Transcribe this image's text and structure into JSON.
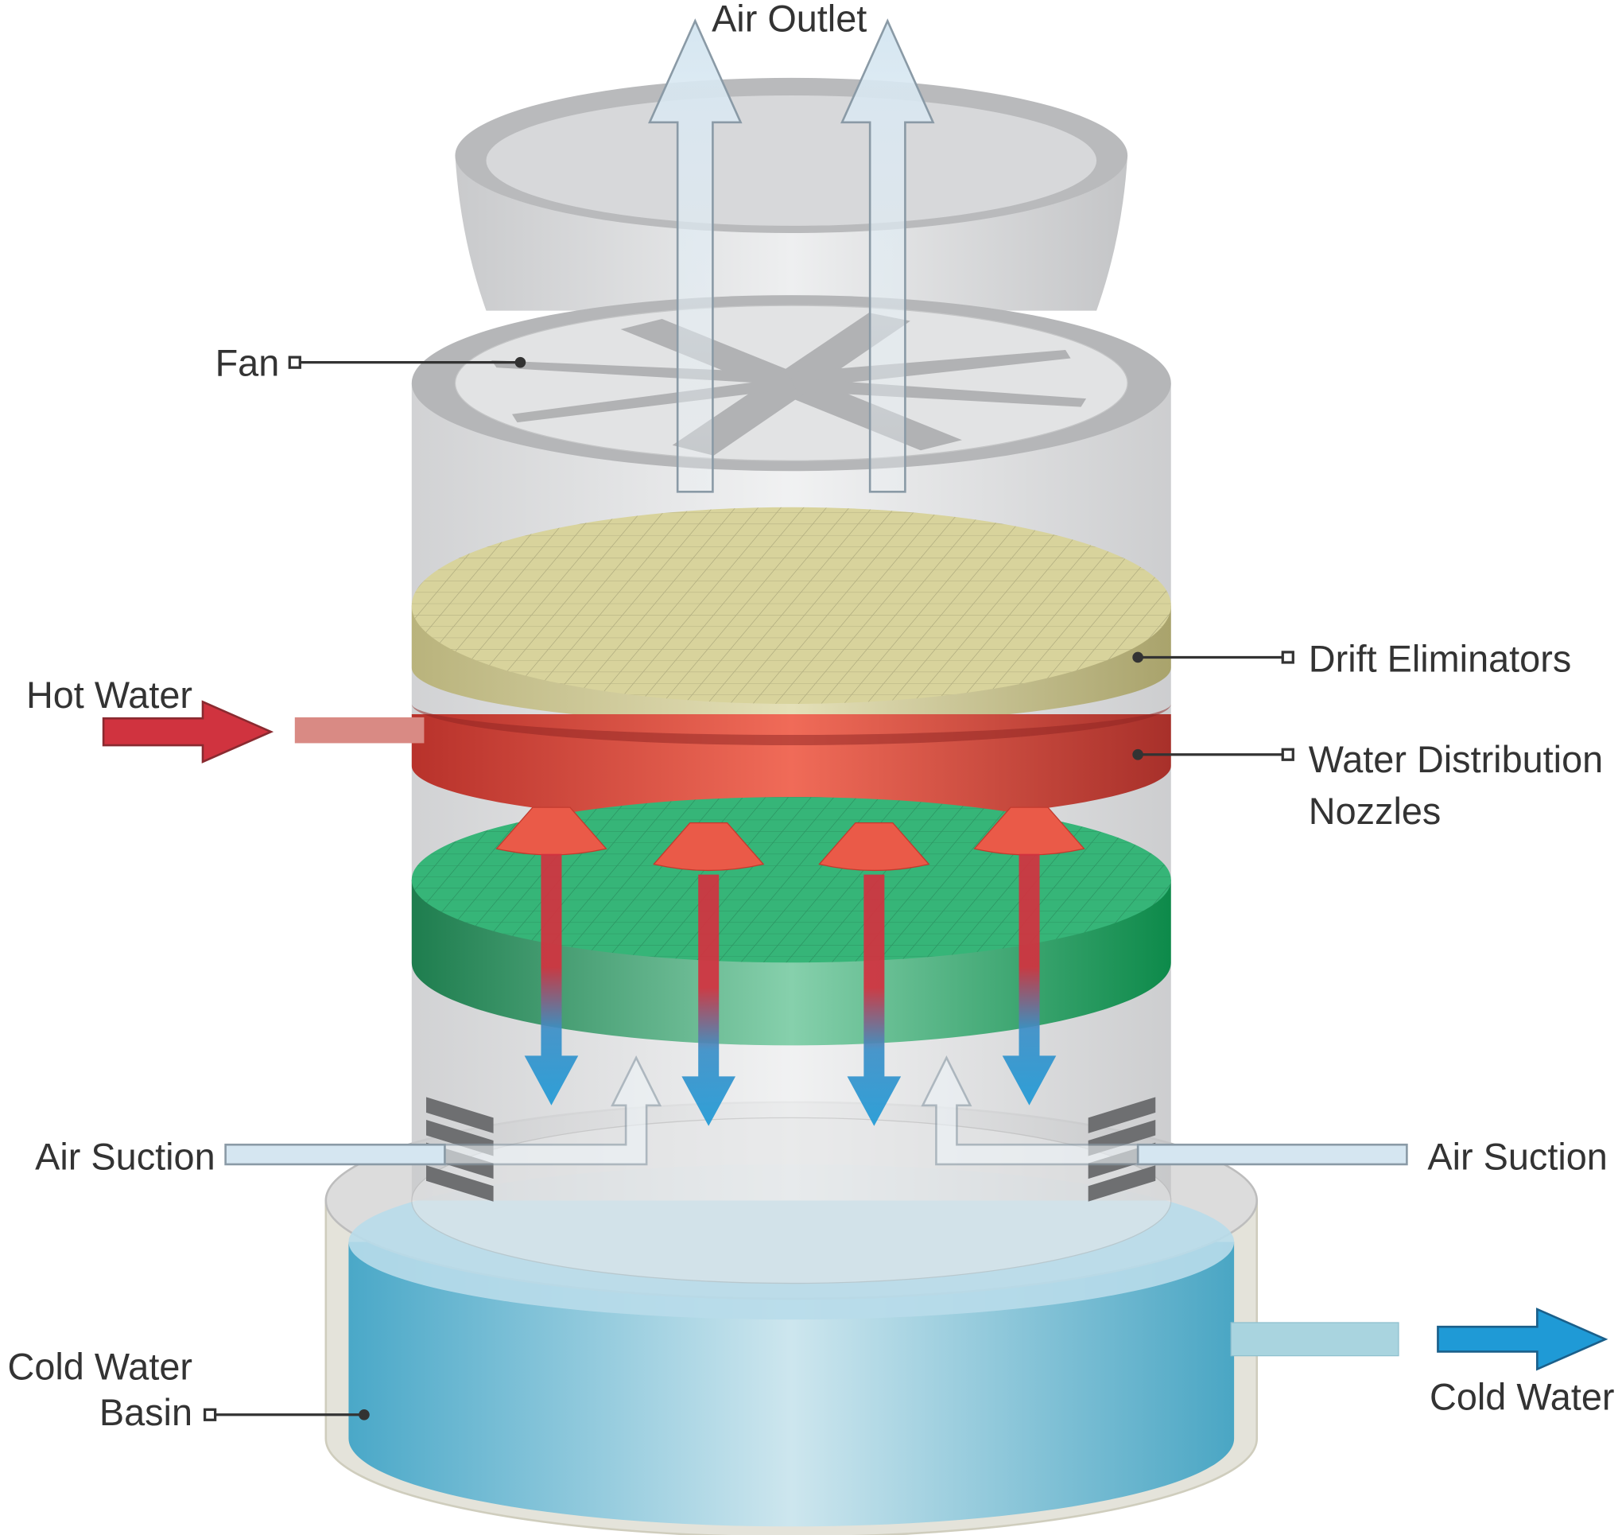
{
  "title": "Cooling Tower Diagram",
  "labels": {
    "air_outlet": "Air Outlet",
    "fan": "Fan",
    "drift_eliminators": "Drift Eliminators",
    "water_distribution_line1": "Water Distribution",
    "water_distribution_line2": "Nozzles",
    "hot_water": "Hot Water",
    "air_suction_left": "Air Suction",
    "air_suction_right": "Air Suction",
    "cold_water_basin_line1": "Cold Water",
    "cold_water_basin_line2": "Basin",
    "cold_water": "Cold Water"
  },
  "colors": {
    "hot": "#d0333f",
    "cold": "#1f9ad6",
    "drift": "#d8d39c",
    "distribution": "#c8382f",
    "fill": "#2aa86a",
    "water": "#6cc0da",
    "shell": "#d9dadc"
  }
}
